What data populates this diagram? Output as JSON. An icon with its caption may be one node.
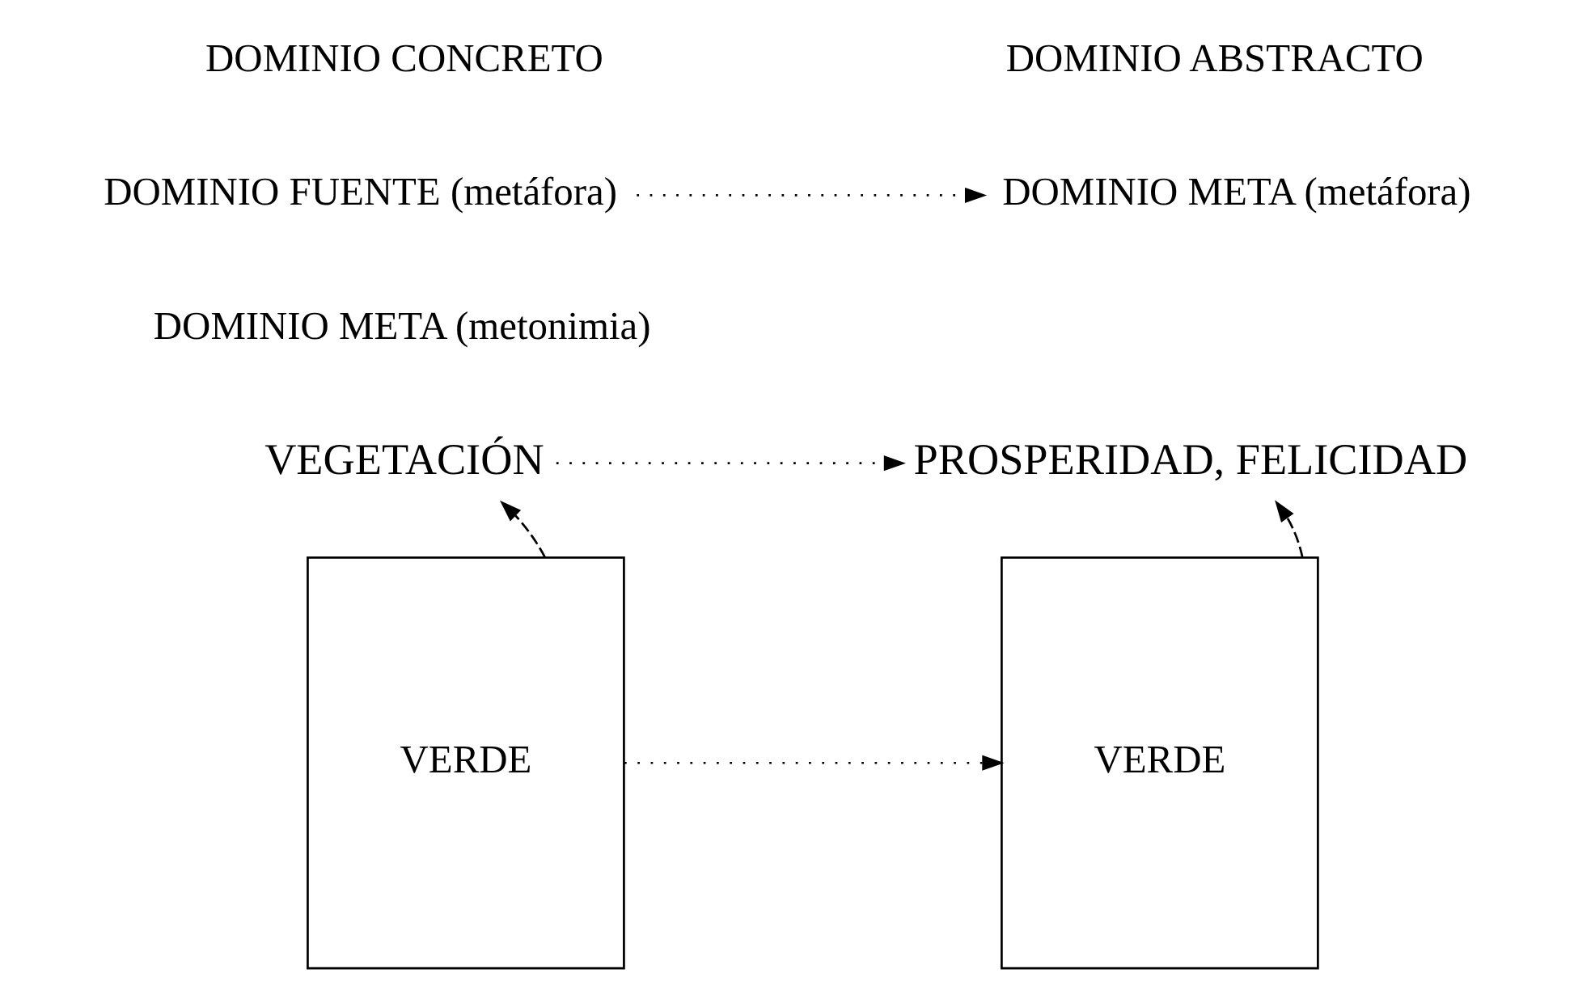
{
  "diagram": {
    "nodes": [
      {
        "text": [
          "DOMINIO FUENTE (metáfora)"
        ]
      },
      {
        "text": [
          "DOMINIO META (metáfora)"
        ]
      },
      {
        "text": [
          "VEGETACIÓN"
        ]
      },
      {
        "text": [
          "PROSPERIDAD, FELICIDAD"
        ]
      },
      {
        "text": [
          "VERDE"
        ]
      },
      {
        "text": [
          "VERDE"
        ]
      }
    ],
    "edges": [
      {
        "from": 0,
        "to": 1,
        "arrow": "to"
      },
      {
        "from": 2,
        "to": 3,
        "arrow": "to"
      },
      {
        "from": 4,
        "to": 2,
        "arrow": "to",
        "style": "dashed"
      },
      {
        "from": 5,
        "to": 3,
        "arrow": "to",
        "style": "dashed"
      },
      {
        "from": 4,
        "to": 5,
        "arrow": "to"
      }
    ],
    "labels": [
      "DOMINIO CONCRETO",
      "DOMINIO ABSTRACTO",
      "DOMINIO META (metonimia)"
    ]
  }
}
